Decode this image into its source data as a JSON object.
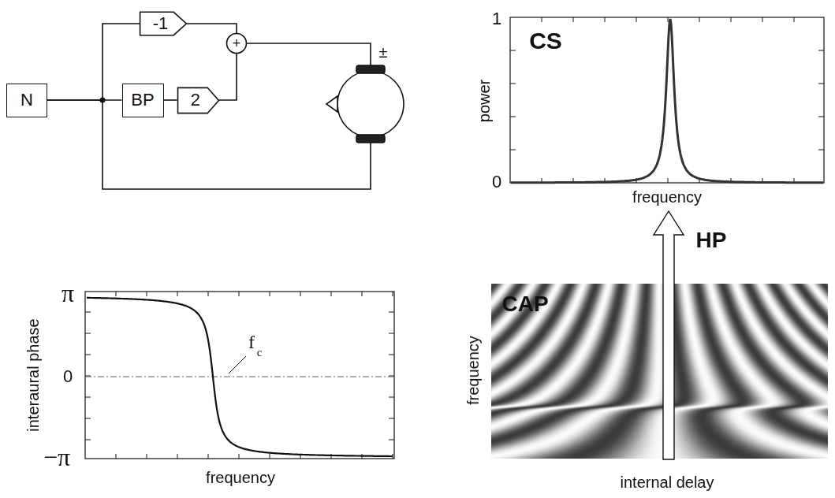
{
  "diagram": {
    "nodes": [
      {
        "text": [
          "N"
        ]
      },
      {
        "text": [
          "BP"
        ]
      },
      {
        "text": [
          "-1"
        ]
      },
      {
        "text": [
          "2"
        ]
      },
      {
        "text": [
          "+"
        ]
      }
    ],
    "edges": [
      {
        "from": 0,
        "to": 1,
        "arrow": "none"
      },
      {
        "from": 0,
        "to": 2,
        "arrow": "none"
      },
      {
        "from": 1,
        "to": 3,
        "arrow": "none"
      },
      {
        "from": 3,
        "to": 4,
        "arrow": "none"
      },
      {
        "from": 2,
        "to": 4,
        "arrow": "none"
      }
    ],
    "labels": [
      "±",
      "CS",
      "1",
      "0",
      "power",
      "frequency",
      "HP",
      "π",
      "0",
      "−π",
      "interaural phase",
      "frequency",
      "f",
      "c",
      "CAP",
      "frequency",
      "internal delay"
    ]
  }
}
